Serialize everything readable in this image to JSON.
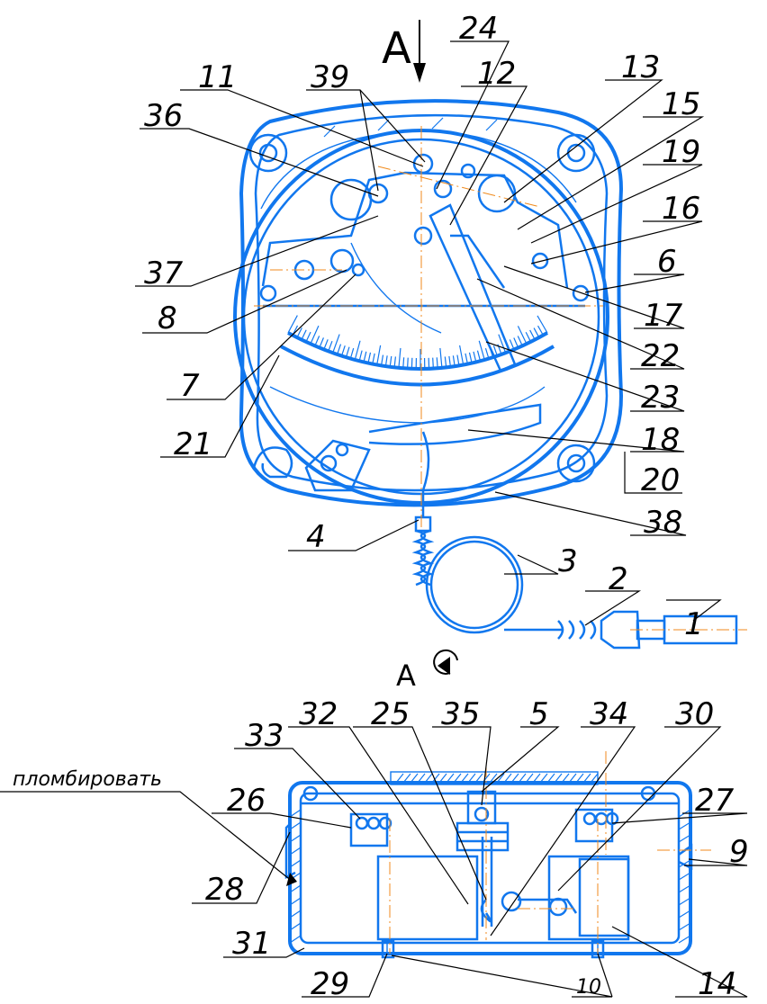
{
  "view_marker": {
    "top": "A",
    "bottom": "A"
  },
  "labels": {
    "n1": "1",
    "n2": "2",
    "n3": "3",
    "n4": "4",
    "n5": "5",
    "n6": "6",
    "n7": "7",
    "n8": "8",
    "n9": "9",
    "n10": "10",
    "n11": "11",
    "n12": "12",
    "n13": "13",
    "n14": "14",
    "n15": "15",
    "n16": "16",
    "n17": "17",
    "n18": "18",
    "n19": "19",
    "n20": "20",
    "n21": "21",
    "n22": "22",
    "n23": "23",
    "n24": "24",
    "n25": "25",
    "n26": "26",
    "n27": "27",
    "n28": "28",
    "n29": "29",
    "n30": "30",
    "n31": "31",
    "n32": "32",
    "n33": "33",
    "n34": "34",
    "n35": "35",
    "n36": "36",
    "n37": "37",
    "n38": "38",
    "n39": "39"
  },
  "seal_note": "пломбировать",
  "colors": {
    "outline": "#1177ee",
    "centerline": "#f08a1c",
    "leader": "#000000"
  }
}
